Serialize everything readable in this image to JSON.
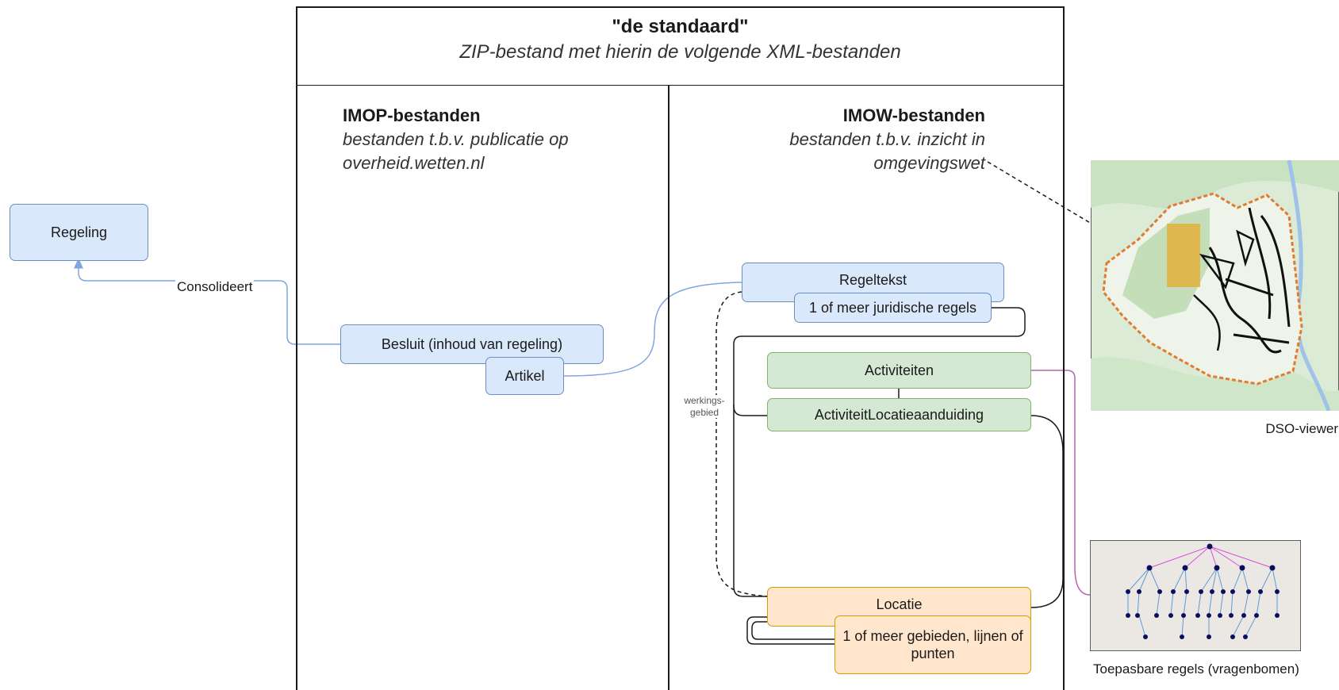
{
  "standard": {
    "title": "\"de standaard\"",
    "subtitle": "ZIP-bestand met hierin de volgende XML-bestanden"
  },
  "imop": {
    "title": "IMOP-bestanden",
    "desc_line1": "bestanden t.b.v. publicatie op",
    "desc_line2": "overheid.wetten.nl"
  },
  "imow": {
    "title": "IMOW-bestanden",
    "desc_line1": "bestanden t.b.v. inzicht in",
    "desc_line2": "omgevingswet"
  },
  "nodes": {
    "regeling": "Regeling",
    "besluit": "Besluit (inhoud van regeling)",
    "artikel": "Artikel",
    "regeltekst": "Regeltekst",
    "juridische_regels": "1 of meer juridische regels",
    "activiteiten": "Activiteiten",
    "activiteit_locatie": "ActiviteitLocatieaanduiding",
    "locatie": "Locatie",
    "gebieden": "1 of meer gebieden, lijnen of punten"
  },
  "edge_labels": {
    "consolideert": "Consolideert",
    "werkingsgebied_1": "werkings-",
    "werkingsgebied_2": "gebied"
  },
  "images": {
    "dso_viewer_caption": "DSO-viewer",
    "vragenbomen_caption": "Toepasbare regels (vragenbomen)",
    "dso_viewer_icon": "map-icon",
    "vragenbomen_icon": "tree-icon"
  },
  "colors": {
    "blue_fill": "#dae8fc",
    "blue_stroke": "#6c8ebf",
    "green_fill": "#d5e8d4",
    "green_stroke": "#82b366",
    "orange_fill": "#ffe6cc",
    "orange_stroke": "#d79b00",
    "purple_line": "#b266b2"
  }
}
